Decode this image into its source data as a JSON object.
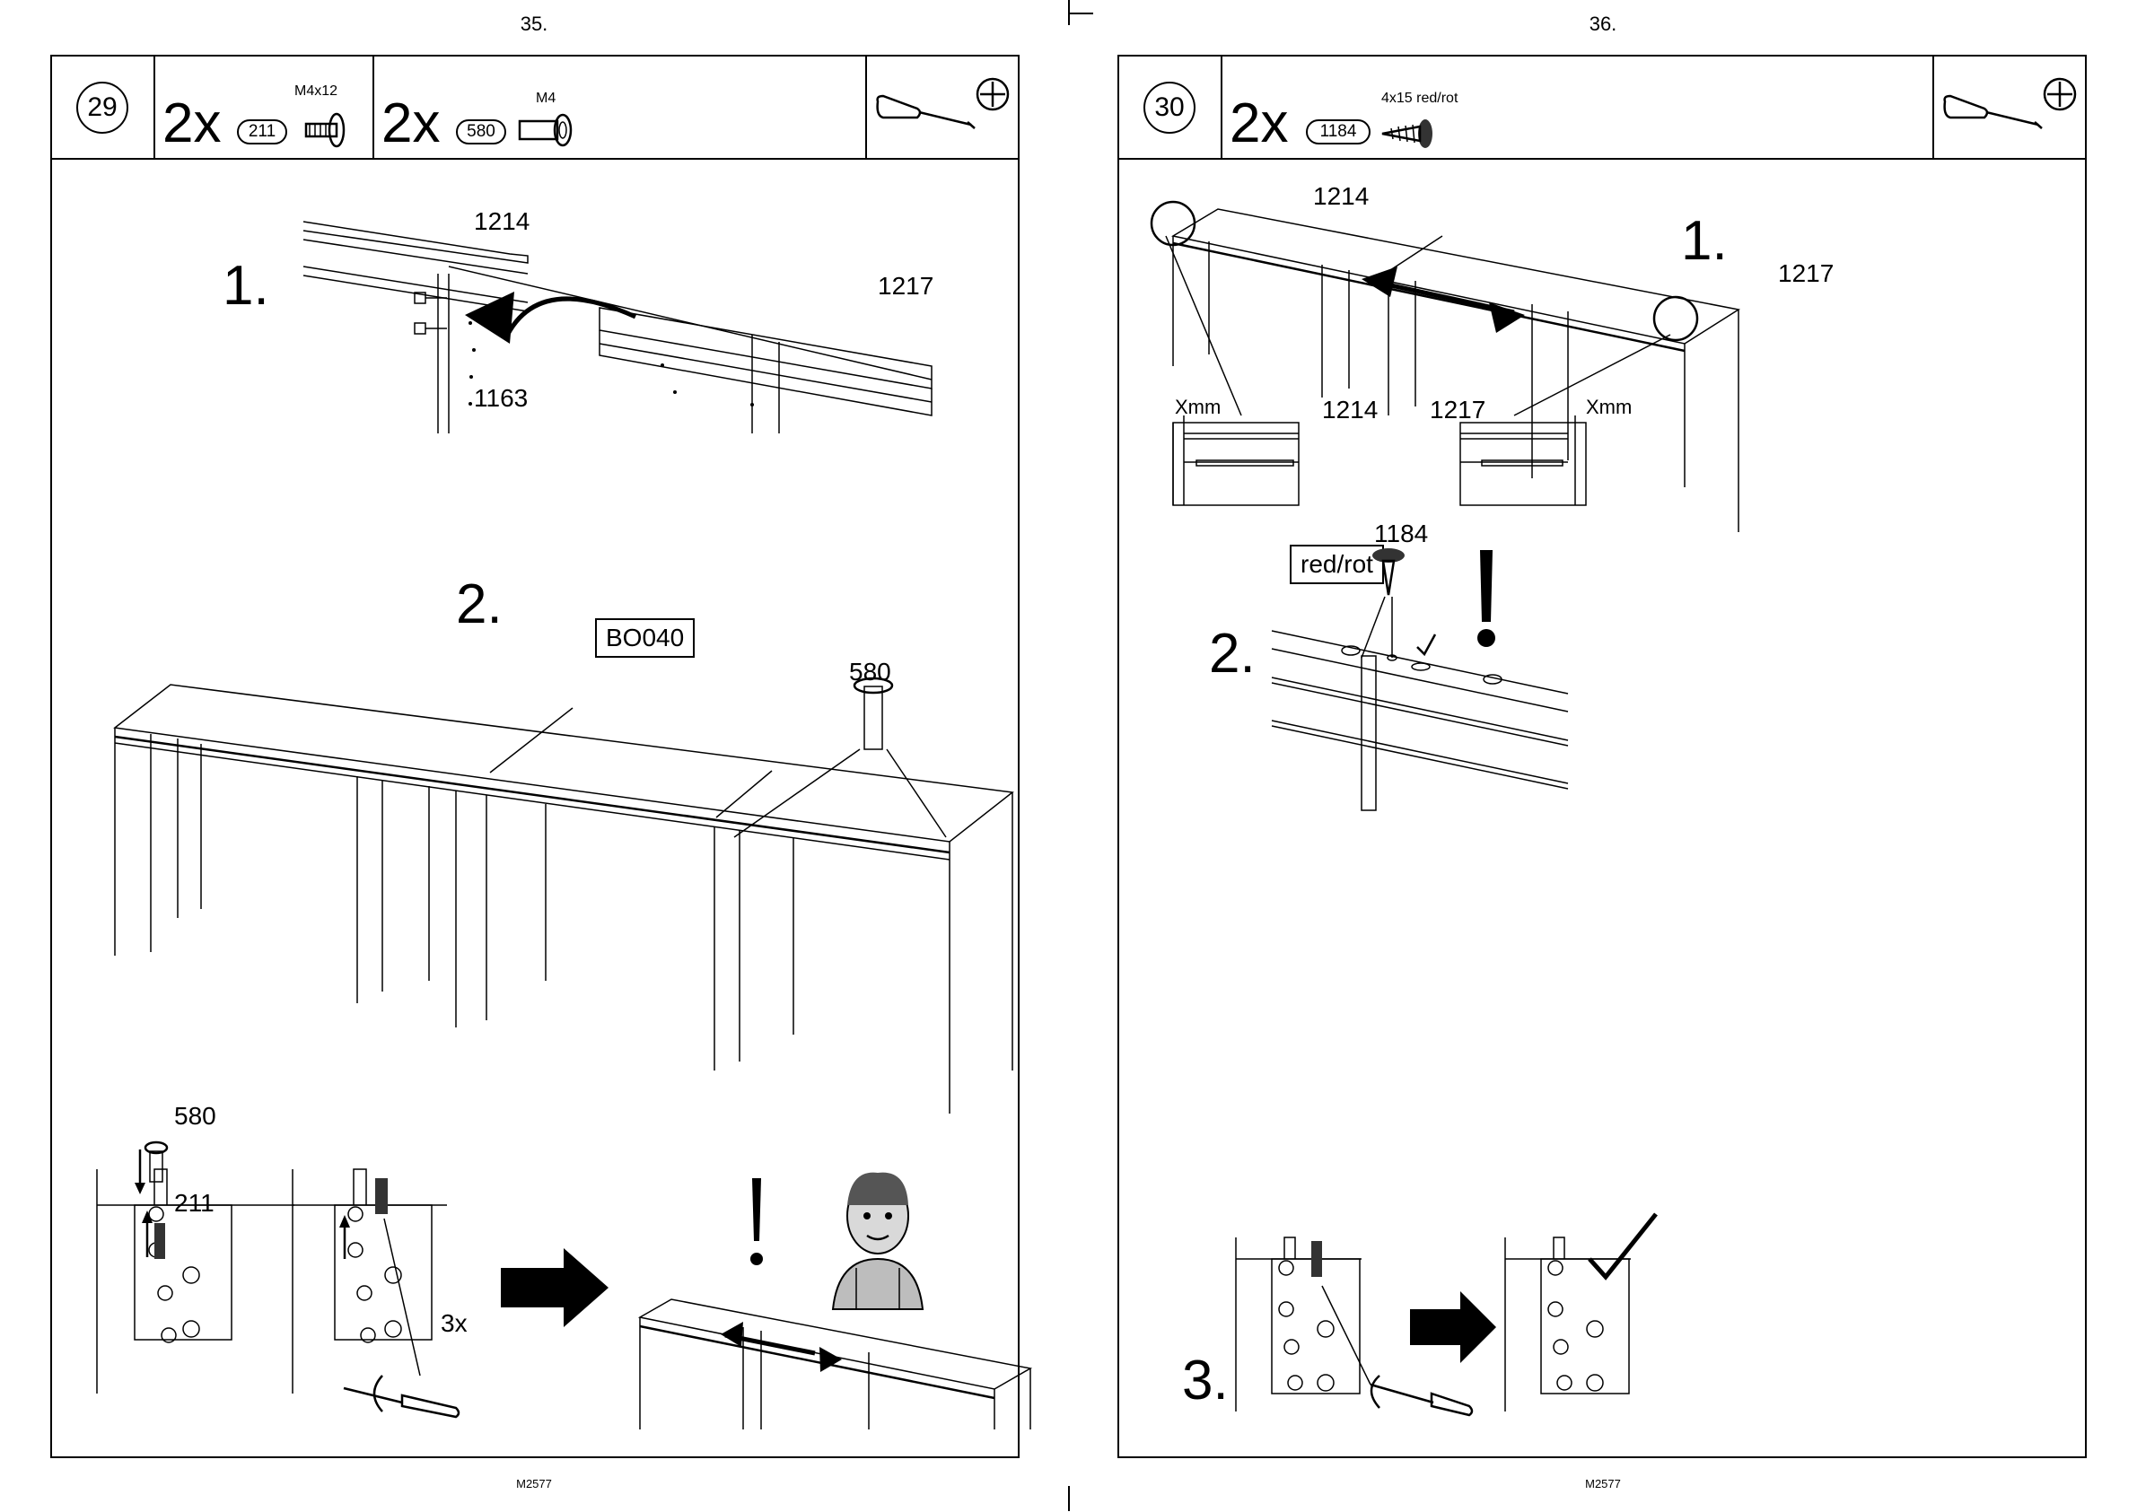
{
  "left_page": {
    "page_number": "35.",
    "doc_code": "M2577",
    "step": "29",
    "hardware": [
      {
        "qty": "2x",
        "part": "211",
        "size": "M4x12"
      },
      {
        "qty": "2x",
        "part": "580",
        "size": "M4"
      }
    ],
    "tools": [
      "screwdriver-icon",
      "phillips-head-icon"
    ],
    "substeps": [
      "1.",
      "2."
    ],
    "labels": {
      "l1214": "1214",
      "l1217": "1217",
      "l1163": "1163",
      "bo040": "BO040",
      "l580": "580",
      "d580": "580",
      "d211": "211",
      "times": "3x"
    }
  },
  "right_page": {
    "page_number": "36.",
    "doc_code": "M2577",
    "step": "30",
    "hardware": [
      {
        "qty": "2x",
        "part": "1184",
        "size": "4x15 red/rot"
      }
    ],
    "tools": [
      "screwdriver-icon",
      "phillips-head-icon"
    ],
    "substeps": [
      "1.",
      "2.",
      "3."
    ],
    "labels": {
      "l1214a": "1214",
      "l1217a": "1217",
      "xmm_left": "Xmm",
      "l1214b": "1214",
      "l1217b": "1217",
      "xmm_right": "Xmm",
      "l1184": "1184",
      "redrot": "red/rot"
    }
  }
}
